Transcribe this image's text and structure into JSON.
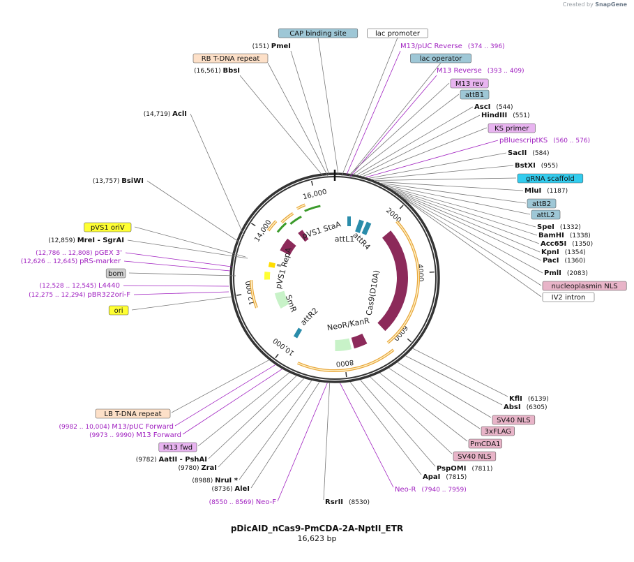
{
  "branding": {
    "created_by": "Created by",
    "product": "SnapGene"
  },
  "plasmid": {
    "name": "pDicAID_nCas9-PmCDA-2A-NptII_ETR",
    "size_label": "16,623 bp",
    "length_bp": 16623
  },
  "scale_ticks": [
    {
      "bp": 2000,
      "label": "2000"
    },
    {
      "bp": 4000,
      "label": "4000"
    },
    {
      "bp": 6000,
      "label": "6000"
    },
    {
      "bp": 8000,
      "label": "8000"
    },
    {
      "bp": 10000,
      "label": "10,000"
    },
    {
      "bp": 12000,
      "label": "12,000"
    },
    {
      "bp": 14000,
      "label": "14,000"
    },
    {
      "bp": 16000,
      "label": "16,000"
    }
  ],
  "map_features": [
    {
      "name": "pVS1 StaA",
      "type": "cds",
      "color": "#8c2a5a"
    },
    {
      "name": "pVS1 RepA",
      "type": "cds",
      "color": "#8c2a5a"
    },
    {
      "name": "Cas9(D10A)",
      "type": "cds",
      "color": "#8c2a5a"
    },
    {
      "name": "NeoR/KanR",
      "type": "cds",
      "color": "#8c2a5a"
    },
    {
      "name": "SmR",
      "type": "cds",
      "color": "#c8f2c8"
    },
    {
      "name": "attL1",
      "type": "site",
      "color": "#2a8caa"
    },
    {
      "name": "attR4",
      "type": "site",
      "color": "#2a8caa"
    },
    {
      "name": "attR2",
      "type": "site",
      "color": "#2a8caa"
    }
  ],
  "labels": {
    "left": [
      {
        "name": "AclI",
        "pos": "(14,719)",
        "kind": "enzyme"
      },
      {
        "name": "BsiWI",
        "pos": "(13,757)",
        "kind": "enzyme"
      },
      {
        "name": "pVS1 oriV",
        "kind": "box",
        "color": "#ffff33"
      },
      {
        "name": "MreI",
        "pos": "(12,859)",
        "kind": "enzyme",
        "suffix": "- SgrAI"
      },
      {
        "name": "pGEX 3'",
        "pos": "(12,786 .. 12,808)",
        "kind": "primer"
      },
      {
        "name": "pRS-marker",
        "pos": "(12,626 .. 12,645)",
        "kind": "primer"
      },
      {
        "name": "bom",
        "kind": "box",
        "color": "#d0d0d0"
      },
      {
        "name": "L4440",
        "pos": "(12,528 .. 12,545)",
        "kind": "primer"
      },
      {
        "name": "pBR322ori-F",
        "pos": "(12,275 .. 12,294)",
        "kind": "primer"
      },
      {
        "name": "ori",
        "kind": "box",
        "color": "#ffff33"
      }
    ],
    "top": [
      {
        "name": "CAP binding site",
        "kind": "box",
        "color": "#9ec7d6"
      },
      {
        "name": "lac promoter",
        "kind": "box",
        "color": "#ffffff"
      },
      {
        "name": "PmeI",
        "pos": "(151)",
        "kind": "enzyme"
      },
      {
        "name": "M13/pUC Reverse",
        "pos": "(374 .. 396)",
        "kind": "primer"
      },
      {
        "name": "RB T-DNA repeat",
        "kind": "box",
        "color": "#fde0c8"
      },
      {
        "name": "lac operator",
        "kind": "box",
        "color": "#9ec7d6"
      },
      {
        "name": "BbsI",
        "pos": "(16,561)",
        "kind": "enzyme"
      },
      {
        "name": "M13 Reverse",
        "pos": "(393 .. 409)",
        "kind": "primer"
      }
    ],
    "right": [
      {
        "name": "M13 rev",
        "kind": "box",
        "color": "#e8b4f0"
      },
      {
        "name": "attB1",
        "kind": "box",
        "color": "#9ec7d6"
      },
      {
        "name": "AscI",
        "pos": "(544)",
        "kind": "enzyme"
      },
      {
        "name": "HindIII",
        "pos": "(551)",
        "kind": "enzyme"
      },
      {
        "name": "KS primer",
        "kind": "box",
        "color": "#e8b4f0"
      },
      {
        "name": "pBluescriptKS",
        "pos": "(560 .. 576)",
        "kind": "primer"
      },
      {
        "name": "SacII",
        "pos": "(584)",
        "kind": "enzyme"
      },
      {
        "name": "BstXI",
        "pos": "(955)",
        "kind": "enzyme"
      },
      {
        "name": "gRNA scaffold",
        "kind": "box",
        "color": "#33ccee"
      },
      {
        "name": "MluI",
        "pos": "(1187)",
        "kind": "enzyme"
      },
      {
        "name": "attB2",
        "kind": "box",
        "color": "#9ec7d6"
      },
      {
        "name": "attL2",
        "kind": "box",
        "color": "#9ec7d6"
      },
      {
        "name": "SpeI",
        "pos": "(1332)",
        "kind": "enzyme"
      },
      {
        "name": "BamHI",
        "pos": "(1338)",
        "kind": "enzyme"
      },
      {
        "name": "Acc65I",
        "pos": "(1350)",
        "kind": "enzyme"
      },
      {
        "name": "KpnI",
        "pos": "(1354)",
        "kind": "enzyme"
      },
      {
        "name": "PacI",
        "pos": "(1360)",
        "kind": "enzyme"
      },
      {
        "name": "PmlI",
        "pos": "(2083)",
        "kind": "enzyme"
      },
      {
        "name": "nucleoplasmin NLS",
        "kind": "box",
        "color": "#e8b4c8"
      },
      {
        "name": "IV2 intron",
        "kind": "box",
        "color": "#ffffff"
      }
    ],
    "bottom_right": [
      {
        "name": "KflI",
        "pos": "(6139)",
        "kind": "enzyme"
      },
      {
        "name": "AbsI",
        "pos": "(6305)",
        "kind": "enzyme"
      },
      {
        "name": "SV40 NLS",
        "kind": "box",
        "color": "#e8b4c8"
      },
      {
        "name": "3xFLAG",
        "kind": "box",
        "color": "#e8b4c8"
      },
      {
        "name": "PmCDA1",
        "kind": "box",
        "color": "#e8b4c8"
      },
      {
        "name": "SV40 NLS",
        "kind": "box",
        "color": "#e8b4c8"
      },
      {
        "name": "PspOMI",
        "pos": "(7811)",
        "kind": "enzyme"
      },
      {
        "name": "ApaI",
        "pos": "(7815)",
        "kind": "enzyme"
      },
      {
        "name": "Neo-R",
        "pos": "(7940 .. 7959)",
        "kind": "primer"
      },
      {
        "name": "RsrII",
        "pos": "(8530)",
        "kind": "enzyme"
      }
    ],
    "bottom_left": [
      {
        "name": "LB T-DNA repeat",
        "kind": "box",
        "color": "#fde0c8"
      },
      {
        "name": "M13/pUC Forward",
        "pos": "(9982 .. 10,004)",
        "kind": "primer"
      },
      {
        "name": "M13 Forward",
        "pos": "(9973 .. 9990)",
        "kind": "primer"
      },
      {
        "name": "M13 fwd",
        "kind": "box",
        "color": "#e8b4f0"
      },
      {
        "name": "AatII",
        "pos": "(9782)",
        "kind": "enzyme",
        "suffix": "- PshAI"
      },
      {
        "name": "ZraI",
        "pos": "(9780)",
        "kind": "enzyme"
      },
      {
        "name": "NruI *",
        "pos": "(8988)",
        "kind": "enzyme"
      },
      {
        "name": "AleI",
        "pos": "(8736)",
        "kind": "enzyme"
      },
      {
        "name": "Neo-F",
        "pos": "(8550 .. 8569)",
        "kind": "primer"
      }
    ]
  }
}
